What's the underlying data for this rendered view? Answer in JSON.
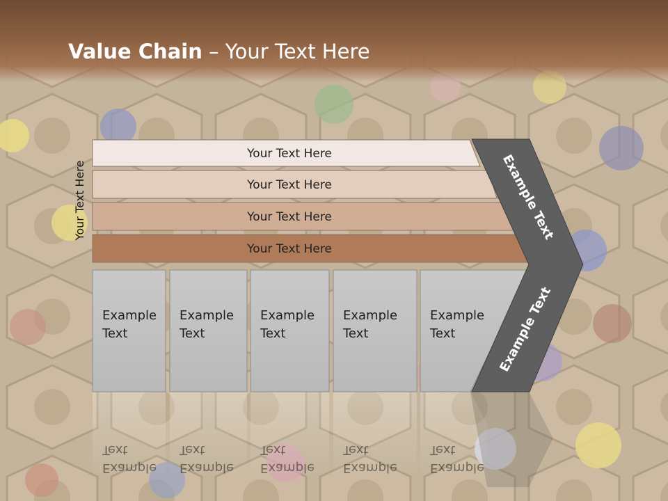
{
  "slide": {
    "title_bold": "Value Chain",
    "title_rest": " – Your Text Here"
  },
  "diagram": {
    "row_label": "Your Text Here",
    "rows": [
      {
        "label": "Your Text Here",
        "fill": "#f1e7e3"
      },
      {
        "label": "Your Text Here",
        "fill": "#e3cdbd"
      },
      {
        "label": "Your Text Here",
        "fill": "#d0ad95"
      },
      {
        "label": "Your Text Here",
        "fill": "#b07b58"
      }
    ],
    "columns": [
      {
        "line1": "Example",
        "line2": "Text"
      },
      {
        "line1": "Example",
        "line2": "Text"
      },
      {
        "line1": "Example",
        "line2": "Text"
      },
      {
        "line1": "Example",
        "line2": "Text"
      },
      {
        "line1": "Example",
        "line2": "Text"
      }
    ],
    "chevron_top_label": "Example Text",
    "chevron_bottom_label": "Example Text",
    "colors": {
      "column_fill": "#c0c0c0",
      "chevron_fill": "#5f5f5f",
      "text_dark": "#222222",
      "text_light": "#ffffff"
    }
  }
}
